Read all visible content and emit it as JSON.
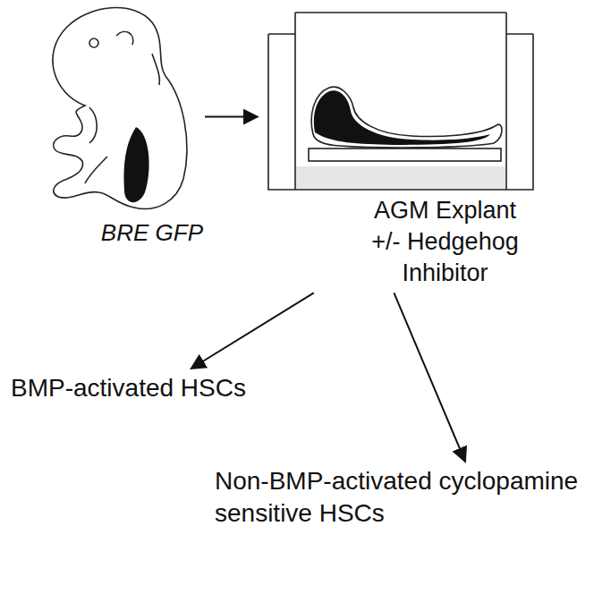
{
  "diagram": {
    "nodes": [
      {
        "text": [
          "BRE GFP"
        ]
      },
      {
        "text": [
          "AGM Explant",
          "+/- Hedgehog Inhibitor"
        ]
      },
      {
        "text": [
          "BMP-activated HSCs"
        ]
      },
      {
        "text": [
          "Non-BMP-activated cyclopamine sensitive HSCs"
        ]
      }
    ],
    "edges": [
      {
        "from": 0,
        "to": 1,
        "arrow": "to"
      },
      {
        "from": 1,
        "to": 2,
        "arrow": "to"
      },
      {
        "from": 1,
        "to": 3,
        "arrow": "to"
      }
    ]
  }
}
